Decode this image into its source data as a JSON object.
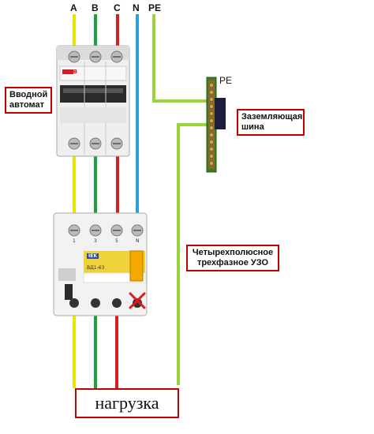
{
  "wire_labels": {
    "a": "A",
    "b": "B",
    "c": "C",
    "n": "N",
    "pe": "PE"
  },
  "labels": {
    "input_breaker": "Вводной автомат",
    "ground_bus": "Заземляющая шина",
    "rcd": "Четырехполюсное трехфазное УЗО",
    "bus_pe": "PE",
    "load": "нагрузка"
  },
  "device_text": {
    "breaker_brand": "ABB",
    "rcd_brand": "IEK",
    "rcd_model": "ВД1-63",
    "rcd_terminals": [
      "1",
      "3",
      "5",
      "N"
    ]
  },
  "colors": {
    "phase_a": "#e6e600",
    "phase_b": "#1aa33a",
    "phase_c": "#d42020",
    "neutral": "#2a9fd8",
    "pe": "#9ad43a",
    "label_border": "#c40000"
  }
}
